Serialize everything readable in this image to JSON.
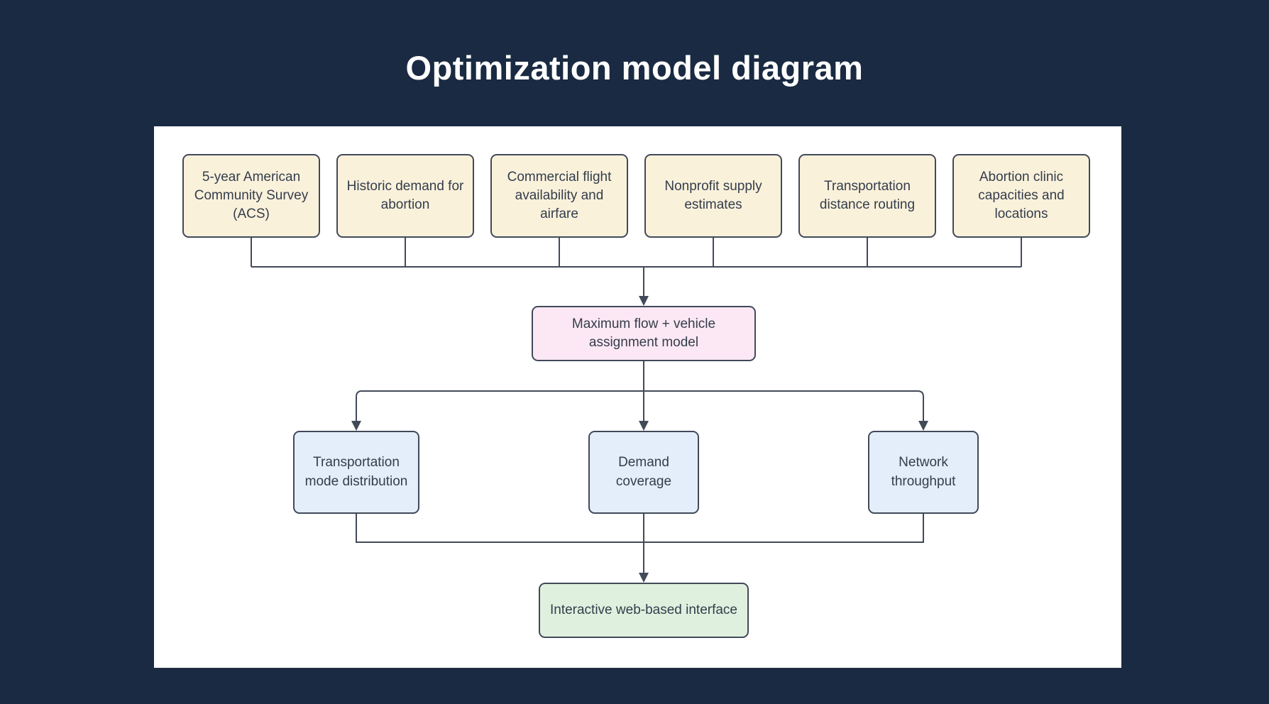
{
  "page": {
    "title": "Optimization model diagram",
    "background_color": "#192a42",
    "canvas_color": "#ffffff"
  },
  "diagram": {
    "line_color": "#424a59",
    "text_color": "#343d4b",
    "sources": [
      {
        "label": "5-year American Community Survey (ACS)",
        "fill": "#faf1db"
      },
      {
        "label": "Historic demand for abortion",
        "fill": "#faf1db"
      },
      {
        "label": "Commercial flight availability and airfare",
        "fill": "#faf1db"
      },
      {
        "label": "Nonprofit supply estimates",
        "fill": "#faf1db"
      },
      {
        "label": "Transportation distance routing",
        "fill": "#faf1db"
      },
      {
        "label": "Abortion clinic capacities and locations",
        "fill": "#faf1db"
      }
    ],
    "model": {
      "label": "Maximum flow + vehicle assignment  model",
      "fill": "#fce8f4"
    },
    "outputs": [
      {
        "label": "Transportation mode distribution",
        "fill": "#e4eefb"
      },
      {
        "label": "Demand coverage",
        "fill": "#e4eefb"
      },
      {
        "label": "Network throughput",
        "fill": "#e4eefb"
      }
    ],
    "interface": {
      "label": "Interactive web-based interface",
      "fill": "#dff1de"
    }
  }
}
